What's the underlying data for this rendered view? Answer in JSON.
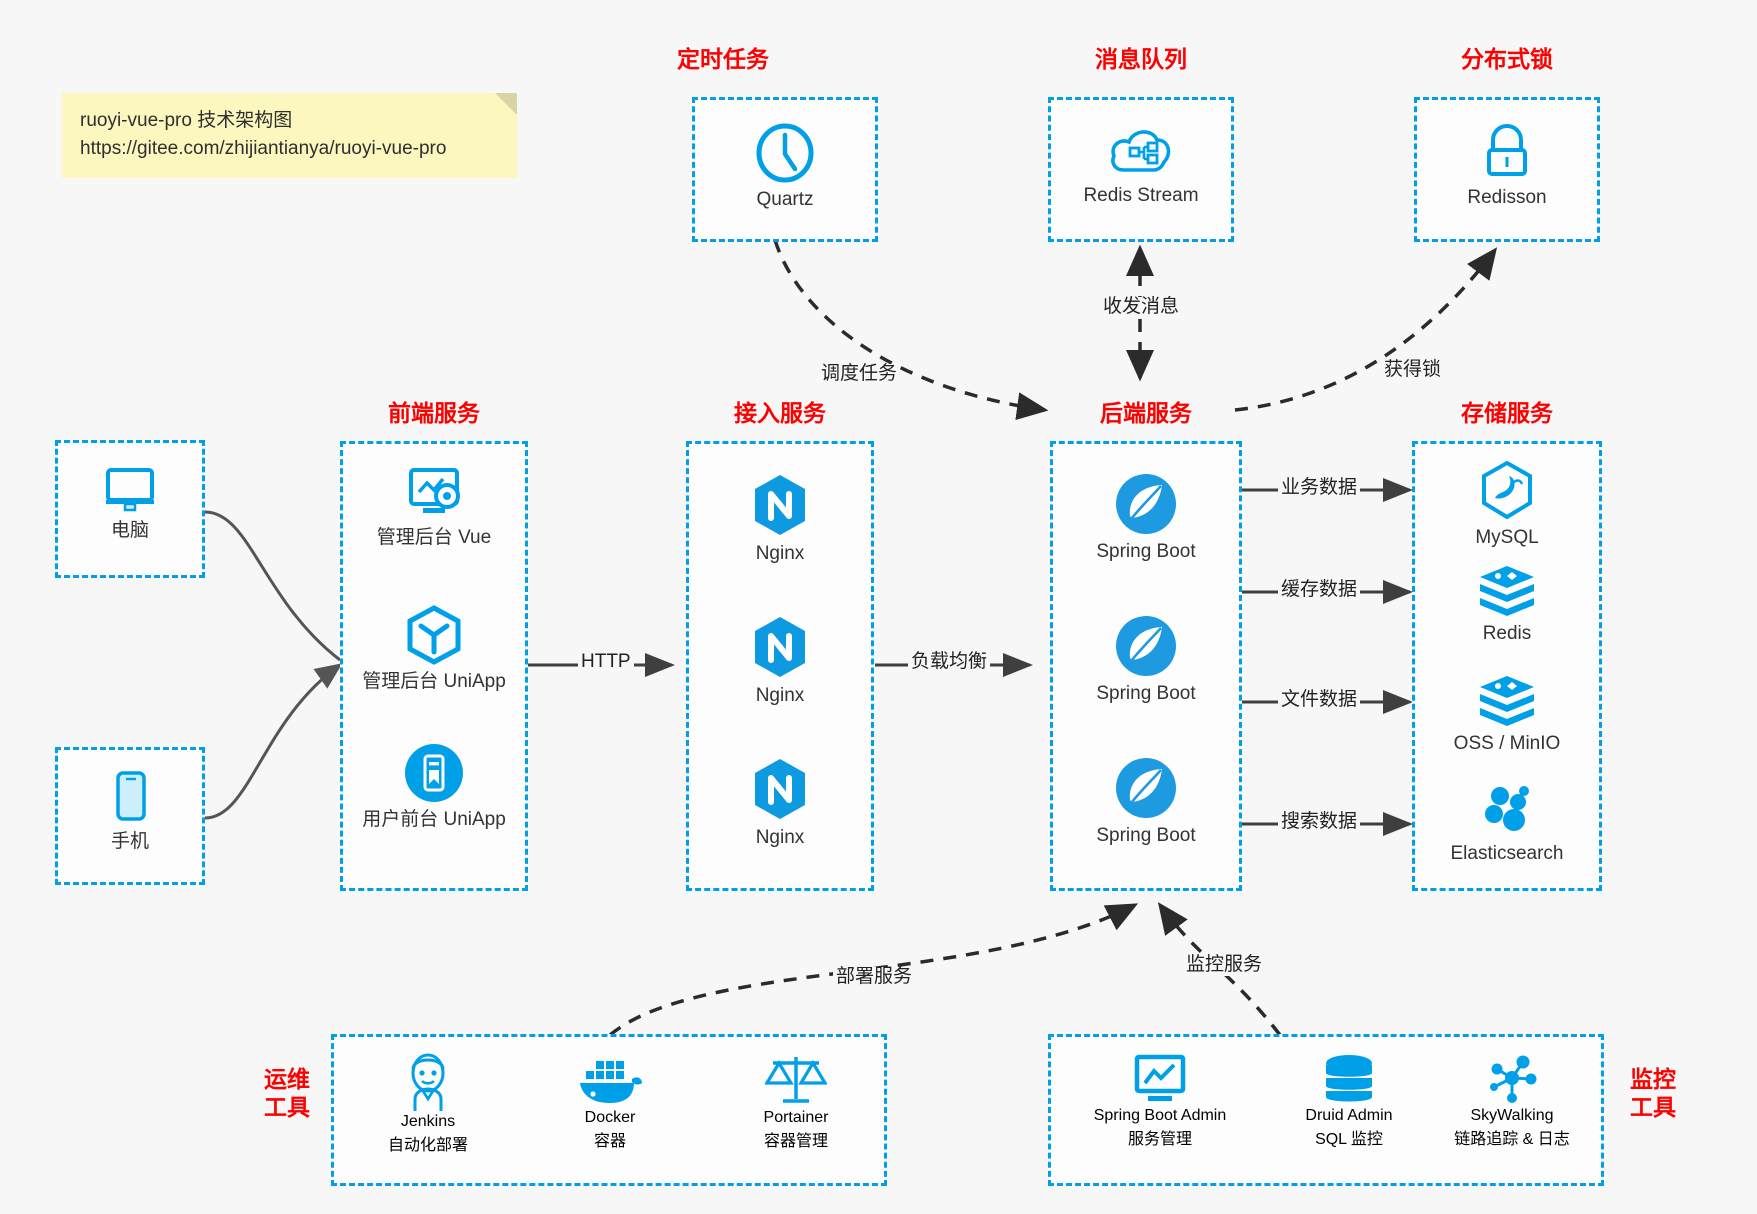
{
  "note": {
    "line1": "ruoyi-vue-pro 技术架构图",
    "line2": "https://gitee.com/zhijiantianya/ruoyi-vue-pro"
  },
  "colors": {
    "accent": "#00a0e9",
    "title": "#fd0000",
    "background": "#f7f7f7",
    "box_fill": "#fdfdfd",
    "arrow": "#3f3f3f",
    "note_fill": "#fbf7bf"
  },
  "groups": {
    "scheduled_task": {
      "title": "定时任务",
      "items": [
        {
          "label": "Quartz",
          "icon": "clock-icon"
        }
      ]
    },
    "message_queue": {
      "title": "消息队列",
      "items": [
        {
          "label": "Redis Stream",
          "icon": "cloud-stream-icon"
        }
      ]
    },
    "distributed_lock": {
      "title": "分布式锁",
      "items": [
        {
          "label": "Redisson",
          "icon": "lock-icon"
        }
      ]
    },
    "clients": {
      "pc": {
        "label": "电脑",
        "icon": "desktop-icon"
      },
      "mobile": {
        "label": "手机",
        "icon": "phone-icon"
      }
    },
    "frontend": {
      "title": "前端服务",
      "items": [
        {
          "label": "管理后台 Vue",
          "icon": "dashboard-icon"
        },
        {
          "label": "管理后台 UniApp",
          "icon": "cube-icon"
        },
        {
          "label": "用户前台 UniApp",
          "icon": "mobile-app-icon"
        }
      ]
    },
    "gateway": {
      "title": "接入服务",
      "items": [
        {
          "label": "Nginx",
          "icon": "nginx-icon"
        },
        {
          "label": "Nginx",
          "icon": "nginx-icon"
        },
        {
          "label": "Nginx",
          "icon": "nginx-icon"
        }
      ]
    },
    "backend": {
      "title": "后端服务",
      "items": [
        {
          "label": "Spring Boot",
          "icon": "spring-leaf-icon"
        },
        {
          "label": "Spring Boot",
          "icon": "spring-leaf-icon"
        },
        {
          "label": "Spring Boot",
          "icon": "spring-leaf-icon"
        }
      ]
    },
    "storage": {
      "title": "存储服务",
      "items": [
        {
          "label": "MySQL",
          "icon": "mysql-dolphin-icon"
        },
        {
          "label": "Redis",
          "icon": "redis-stack-icon"
        },
        {
          "label": "OSS / MinIO",
          "icon": "redis-stack-icon"
        },
        {
          "label": "Elasticsearch",
          "icon": "elasticsearch-icon"
        }
      ]
    },
    "devops": {
      "title": "运维\n工具",
      "title_line1": "运维",
      "title_line2": "工具",
      "items": [
        {
          "label": "Jenkins",
          "sub": "自动化部署",
          "icon": "jenkins-butler-icon"
        },
        {
          "label": "Docker",
          "sub": "容器",
          "icon": "docker-whale-icon"
        },
        {
          "label": "Portainer",
          "sub": "容器管理",
          "icon": "scales-icon"
        }
      ]
    },
    "monitor": {
      "title_line1": "监控",
      "title_line2": "工具",
      "items": [
        {
          "label": "Spring Boot Admin",
          "sub": "服务管理",
          "icon": "monitor-chart-icon"
        },
        {
          "label": "Druid Admin",
          "sub": "SQL 监控",
          "icon": "database-icon"
        },
        {
          "label": "SkyWalking",
          "sub": "链路追踪 & 日志",
          "icon": "skywalking-icon"
        }
      ]
    }
  },
  "edges": {
    "http": "HTTP",
    "load_balance": "负载均衡",
    "schedule_task": "调度任务",
    "send_receive_message": "收发消息",
    "acquire_lock": "获得锁",
    "business_data": "业务数据",
    "cache_data": "缓存数据",
    "file_data": "文件数据",
    "search_data": "搜索数据",
    "deploy_service": "部署服务",
    "monitor_service": "监控服务"
  }
}
